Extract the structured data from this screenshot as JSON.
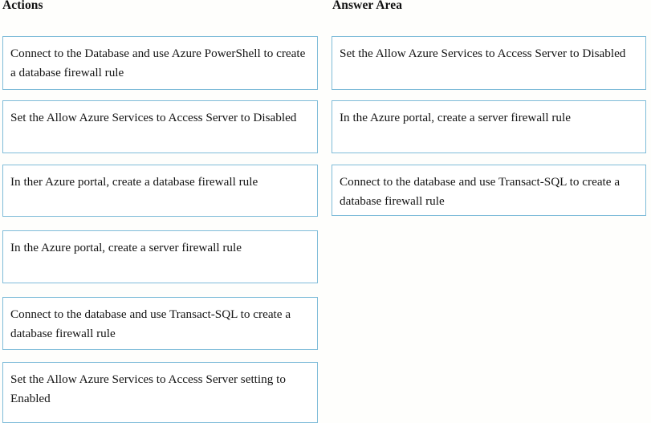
{
  "page": {
    "kind": "drag-and-drop-question",
    "background_color": "#fefefc",
    "tile_border_color": "#7fbcd9",
    "tile_fill_color": "#ffffff",
    "text_color": "#141414"
  },
  "actions": {
    "heading": "Actions",
    "tiles": [
      {
        "text": "Connect to the Database and use Azure PowerShell to create a database firewall rule"
      },
      {
        "text": "Set the Allow Azure Services to Access Server to Disabled"
      },
      {
        "text": "In ther Azure portal, create a database firewall rule"
      },
      {
        "text": "In the Azure portal, create a server firewall rule"
      },
      {
        "text": "Connect to the database and use Transact-SQL to create a database firewall rule"
      },
      {
        "text": "Set the Allow Azure Services to Access Server setting to Enabled"
      }
    ]
  },
  "answer_area": {
    "heading": "Answer Area",
    "tiles": [
      {
        "text": "Set the Allow Azure Services to Access Server to Disabled"
      },
      {
        "text": "In the Azure portal, create a server firewall rule"
      },
      {
        "text": "Connect to the database and use Transact-SQL to create a database firewall rule"
      }
    ]
  }
}
